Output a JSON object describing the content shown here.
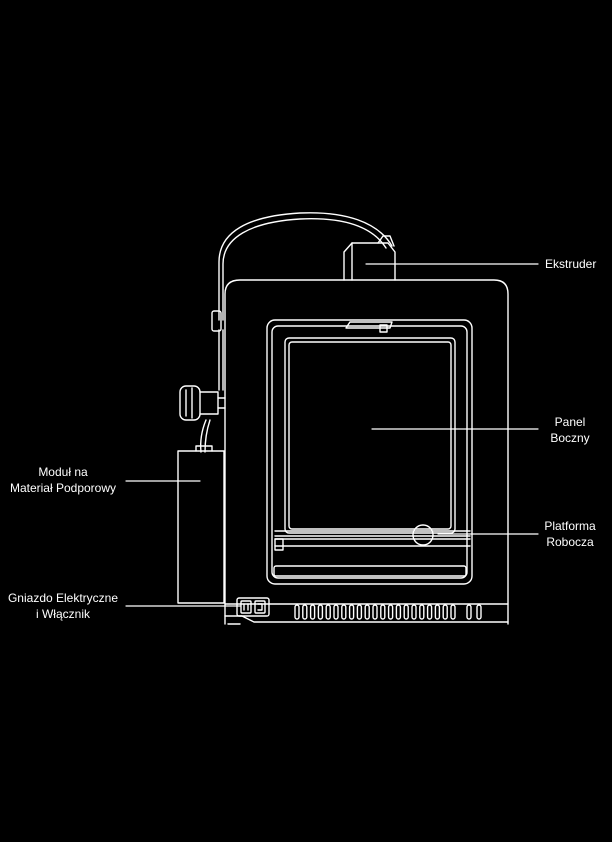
{
  "colors": {
    "background": "#000000",
    "line": "#ffffff"
  },
  "labels": {
    "extruder": "Ekstruder",
    "side_panel": [
      "Panel",
      "Boczny"
    ],
    "platform": [
      "Platforma",
      "Robocza"
    ],
    "support_module": [
      "Moduł na",
      "Materiał Podporowy"
    ],
    "power": [
      "Gniazdo Elektryczne",
      "i Włącznik"
    ]
  }
}
